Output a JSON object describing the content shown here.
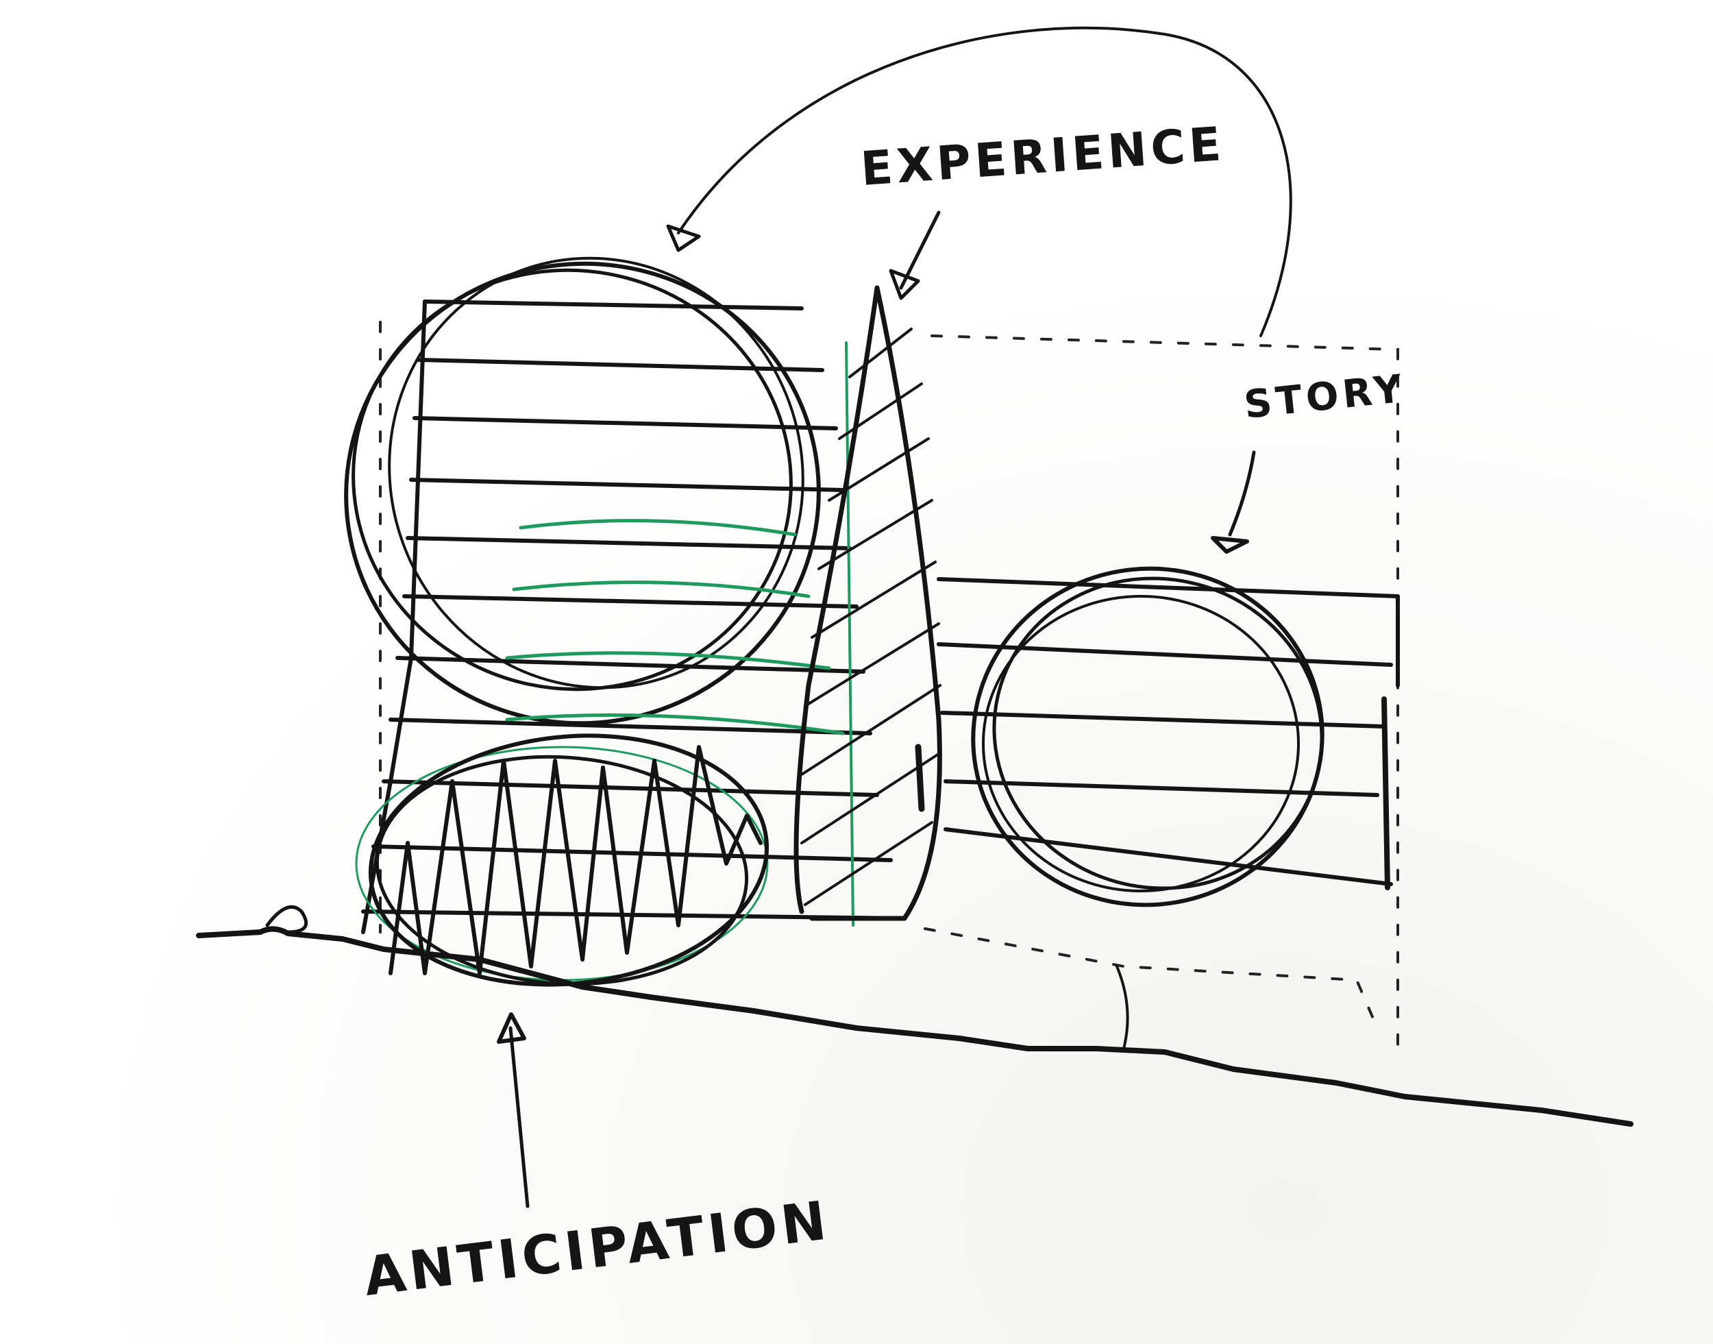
{
  "labels": {
    "experience": "EXPERIENCE",
    "story": "STORY",
    "anticipation": "ANTICIPATION"
  },
  "colors": {
    "ink": "#141414",
    "accent": "#1f9a5e",
    "paper": "#ffffff"
  }
}
